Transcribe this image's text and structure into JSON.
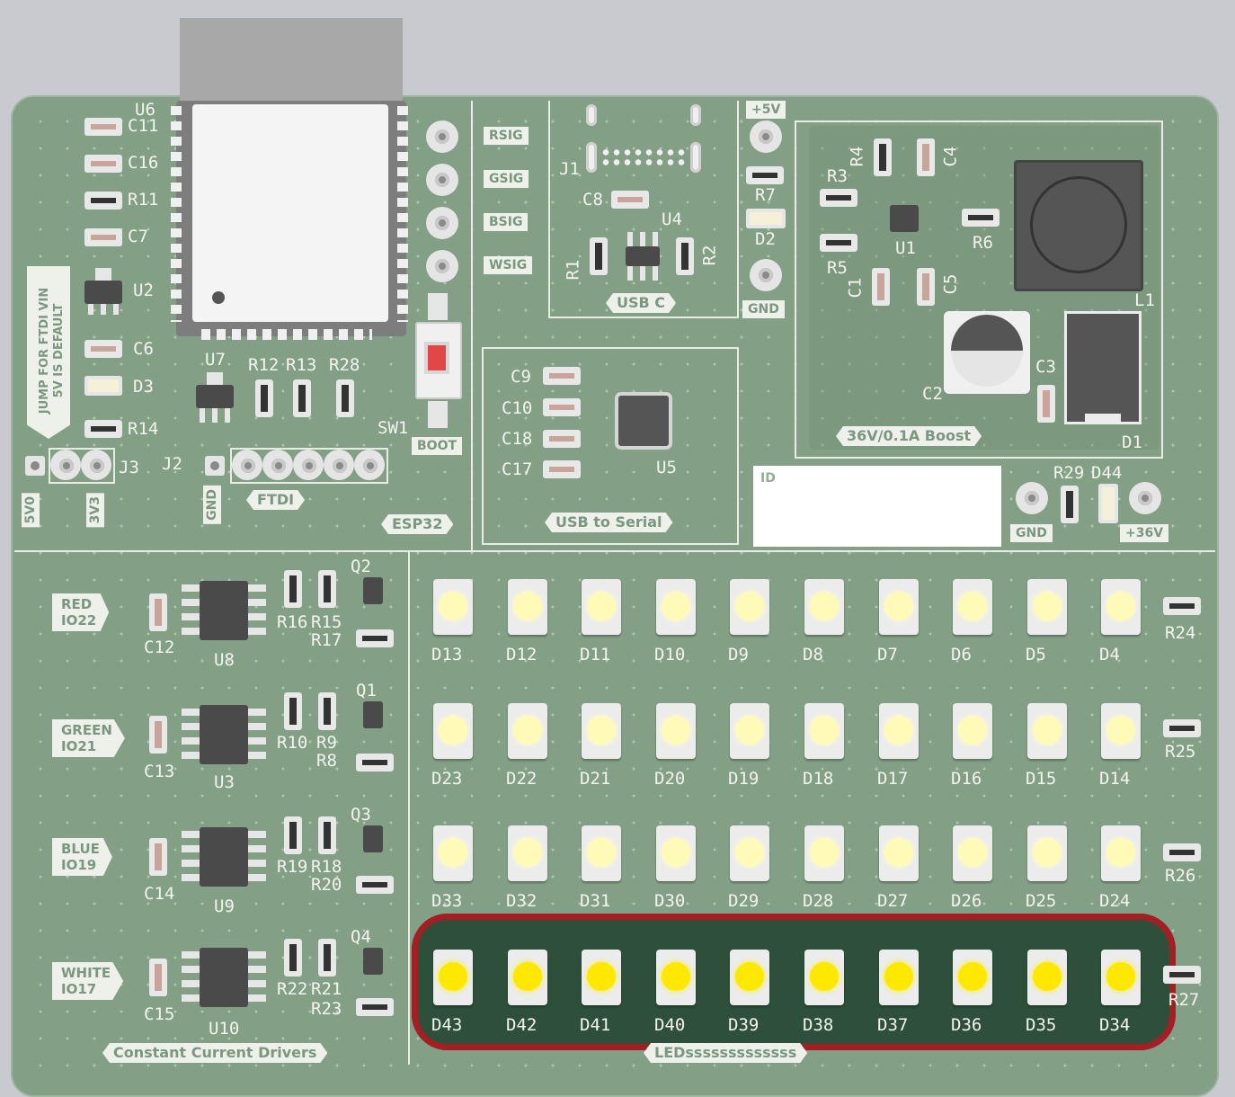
{
  "board": {
    "colors": {
      "pcb": "#83a086",
      "silkscreen": "#f2f4ee",
      "highlight": "#a31f24"
    },
    "sections": {
      "esp32": "ESP32",
      "usb_c": "USB C",
      "usb_serial": "USB to Serial",
      "boost": "36V/0.1A Boost",
      "drivers": "Constant Current Drivers",
      "leds": "LEDsssssssssssss"
    },
    "labels": {
      "signals": [
        "RSIG",
        "GSIG",
        "BSIG",
        "WSIG"
      ],
      "boot": "BOOT",
      "ftdi": "FTDI",
      "gnd": "GND",
      "v5_top": "+5V",
      "v36": "+36V",
      "id": "ID",
      "jumper_note_1": "JUMP FOR FTDI VIN",
      "jumper_note_2": "5V IS DEFAULT",
      "v5_0": "5V0",
      "v3_3": "3V3"
    },
    "refs": {
      "U6": "U6",
      "C11": "C11",
      "C16": "C16",
      "R11": "R11",
      "C7": "C7",
      "U2": "U2",
      "C6": "C6",
      "D3": "D3",
      "R14": "R14",
      "U7": "U7",
      "R12": "R12",
      "R13": "R13",
      "R28": "R28",
      "SW1": "SW1",
      "J3": "J3",
      "J2": "J2",
      "J1": "J1",
      "C8": "C8",
      "U4": "U4",
      "R1": "R1",
      "R2": "R2",
      "R7": "R7",
      "D2": "D2",
      "C9": "C9",
      "C10": "C10",
      "C18": "C18",
      "C17": "C17",
      "U5": "U5",
      "R3": "R3",
      "R4": "R4",
      "C4": "C4",
      "U1": "U1",
      "R6": "R6",
      "R5": "R5",
      "C1": "C1",
      "C5": "C5",
      "C2": "C2",
      "C3": "C3",
      "L1": "L1",
      "D1": "D1",
      "R29": "R29",
      "D44": "D44",
      "Q2": "Q2",
      "C12": "C12",
      "U8": "U8",
      "R16": "R16",
      "R15": "R15",
      "R17": "R17",
      "Q1": "Q1",
      "C13": "C13",
      "U3": "U3",
      "R10": "R10",
      "R9": "R9",
      "R8": "R8",
      "Q3": "Q3",
      "C14": "C14",
      "U9": "U9",
      "R19": "R19",
      "R18": "R18",
      "R20": "R20",
      "Q4": "Q4",
      "C15": "C15",
      "U10": "U10",
      "R22": "R22",
      "R21": "R21",
      "R23": "R23",
      "R24": "R24",
      "R25": "R25",
      "R26": "R26",
      "R27": "R27"
    },
    "channels": [
      {
        "color": "RED",
        "pin": "IO22"
      },
      {
        "color": "GREEN",
        "pin": "IO21"
      },
      {
        "color": "BLUE",
        "pin": "IO19"
      },
      {
        "color": "WHITE",
        "pin": "IO17"
      }
    ],
    "led_rows": [
      [
        "D13",
        "D12",
        "D11",
        "D10",
        "D9",
        "D8",
        "D7",
        "D6",
        "D5",
        "D4"
      ],
      [
        "D23",
        "D22",
        "D21",
        "D20",
        "D19",
        "D18",
        "D17",
        "D16",
        "D15",
        "D14"
      ],
      [
        "D33",
        "D32",
        "D31",
        "D30",
        "D29",
        "D28",
        "D27",
        "D26",
        "D25",
        "D24"
      ],
      [
        "D43",
        "D42",
        "D41",
        "D40",
        "D39",
        "D38",
        "D37",
        "D36",
        "D35",
        "D34"
      ]
    ],
    "highlighted_row": 3
  }
}
